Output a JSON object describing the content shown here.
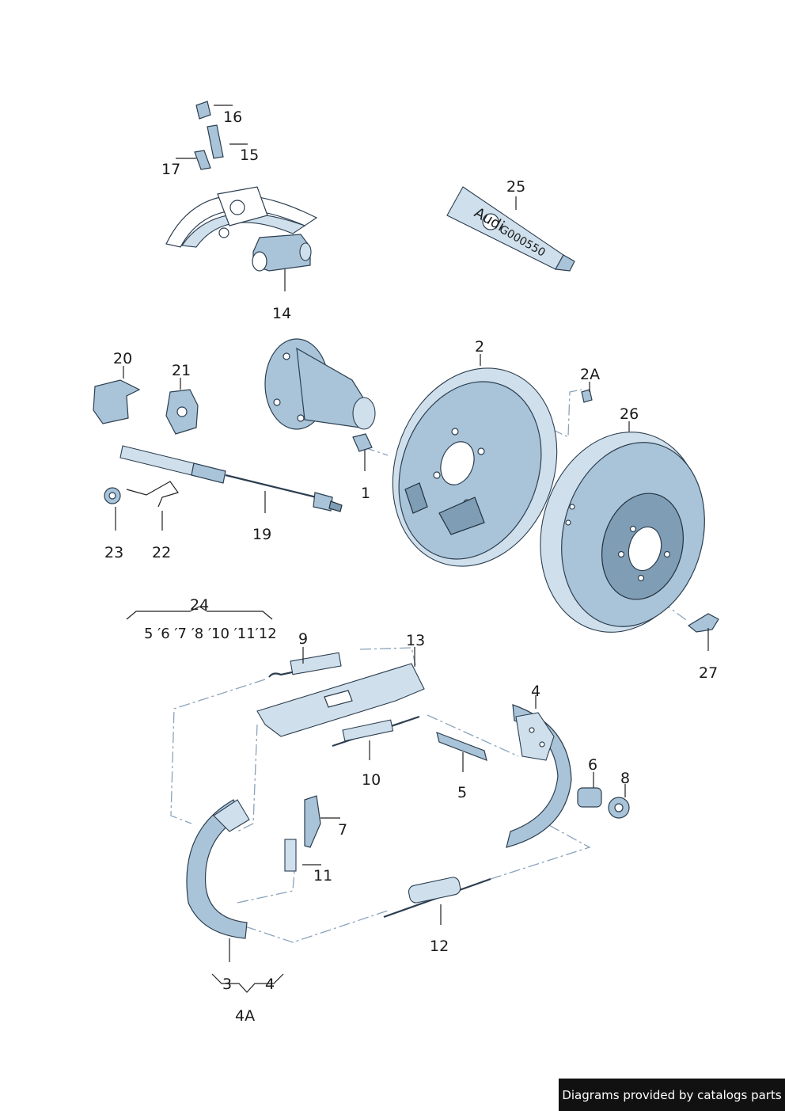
{
  "callouts": {
    "p1": "1",
    "p2": "2",
    "p2a": "2A",
    "p3": "3",
    "p4_upper": "4",
    "p4_lower": "4",
    "p4a": "4A",
    "p5": "5",
    "p6": "6",
    "p7": "7",
    "p8": "8",
    "p9": "9",
    "p10": "10",
    "p11": "11",
    "p12": "12",
    "p13": "13",
    "p14": "14",
    "p15": "15",
    "p16": "16",
    "p17": "17",
    "p19": "19",
    "p20": "20",
    "p21": "21",
    "p22": "22",
    "p23": "23",
    "p24": "24",
    "p24_kit": "5 ′6 ′7 ′8 ′10 ′11′12",
    "p25": "25",
    "p26": "26",
    "p27": "27"
  },
  "tube_label": "G000550",
  "tube_brand": "Audi",
  "footer": "Diagrams provided by catalogs parts",
  "colors": {
    "part_fill": "#a9c4d8",
    "outline": "#2c3e50",
    "dash": "#8aa3bb",
    "badge": "#111111"
  }
}
